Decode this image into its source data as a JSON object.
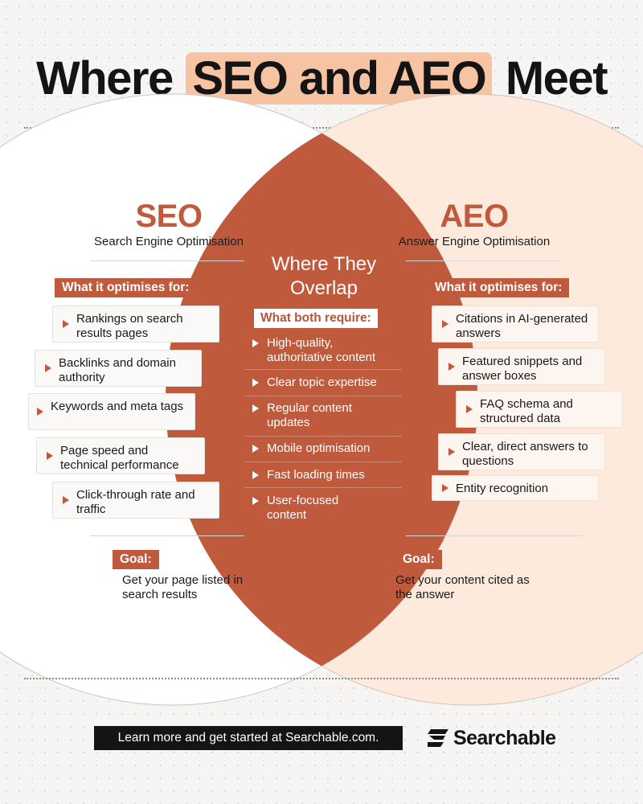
{
  "title": {
    "before": "Where",
    "highlight": "SEO and AEO",
    "after": "Meet"
  },
  "seo": {
    "heading": "SEO",
    "subheading": "Search Engine Optimisation",
    "tag": "What it optimises for:",
    "items": [
      "Rankings on search results pages",
      "Backlinks and domain authority",
      "Keywords and meta tags",
      "Page speed and technical performance",
      "Click-through rate and traffic"
    ],
    "goal_label": "Goal:",
    "goal_text": "Get your page listed in search results"
  },
  "aeo": {
    "heading": "AEO",
    "subheading": "Answer Engine Optimisation",
    "tag": "What it optimises for:",
    "items": [
      "Citations in AI-generated answers",
      "Featured snippets and answer boxes",
      "FAQ schema and structured data",
      "Clear, direct answers to questions",
      "Entity recognition"
    ],
    "goal_label": "Goal:",
    "goal_text": "Get your content cited as the answer"
  },
  "overlap": {
    "title": "Where They Overlap",
    "tag": "What both require:",
    "items": [
      "High-quality, authoritative content",
      "Clear topic expertise",
      "Regular content updates",
      "Mobile optimisation",
      "Fast loading times",
      "User-focused content"
    ]
  },
  "footer": {
    "cta": "Learn more and get started at Searchable.com.",
    "brand": "Searchable"
  },
  "colors": {
    "accent": "#c05a3d",
    "highlight": "#f7c4a3",
    "aeo_fill": "#fdeadd",
    "overlap_fill": "#c05a3d",
    "dark": "#141414"
  },
  "icons": {
    "bullet": "triangle-bullet-icon",
    "logo": "searchable-logo-icon"
  }
}
